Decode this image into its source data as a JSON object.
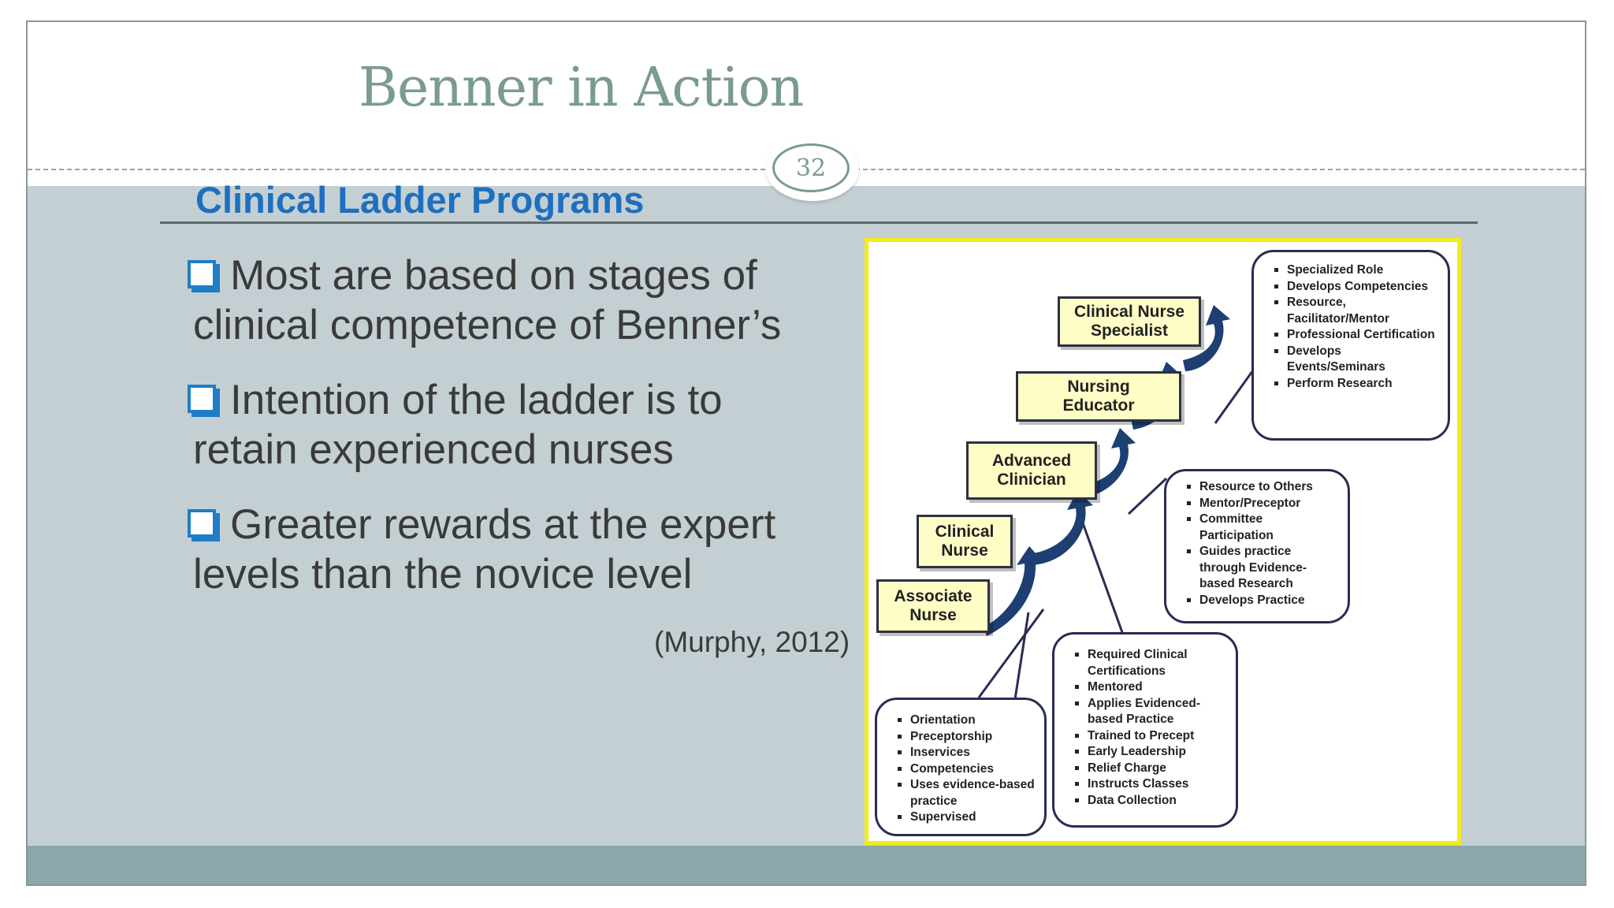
{
  "slide": {
    "title": "Benner in Action",
    "page_number": "32",
    "subtitle": "Clinical Ladder Programs",
    "bullets": [
      {
        "line1": "Most are based on stages of",
        "line2": "clinical competence of Benner’s"
      },
      {
        "line1": "Intention of the ladder is to",
        "line2": "retain experienced nurses"
      },
      {
        "line1": "Greater rewards at the expert",
        "line2": "levels than the novice level"
      }
    ],
    "citation": "(Murphy, 2012)",
    "colors": {
      "title": "#7a9a92",
      "subtitle": "#1f6fc0",
      "content_band": "#c4cfd3",
      "footer_band": "#8ba7ab",
      "diagram_border": "#f4ec16",
      "step_fill": "#fffdc6",
      "arrow": "#1d3f73"
    }
  },
  "diagram": {
    "steps": {
      "associate_nurse": "Associate\nNurse",
      "clinical_nurse": "Clinical\nNurse",
      "advanced_clinician": "Advanced\nClinician",
      "nursing_educator": "Nursing\nEducator",
      "clinical_nurse_specialist": "Clinical Nurse\nSpecialist"
    },
    "lists": {
      "specialist": [
        "Specialized Role",
        "Develops Competencies",
        "Resource,\n  Facilitator/Mentor",
        "Professional Certification",
        "Develops\n  Events/Seminars",
        "Perform Research"
      ],
      "advanced": [
        "Resource to Others",
        "Mentor/Preceptor",
        "Committee\n  Participation",
        "Guides practice\n  through Evidence-\n  based Research",
        "Develops Practice"
      ],
      "clinical": [
        "Required Clinical\n  Certifications",
        "Mentored",
        "Applies Evidenced-\n  based Practice",
        "Trained to Precept",
        "Early Leadership",
        "Relief Charge",
        "Instructs Classes",
        "Data Collection"
      ],
      "associate": [
        "Orientation",
        "Preceptorship",
        "Inservices",
        "Competencies",
        "Uses evidence-based\n  practice",
        "Supervised"
      ]
    }
  }
}
